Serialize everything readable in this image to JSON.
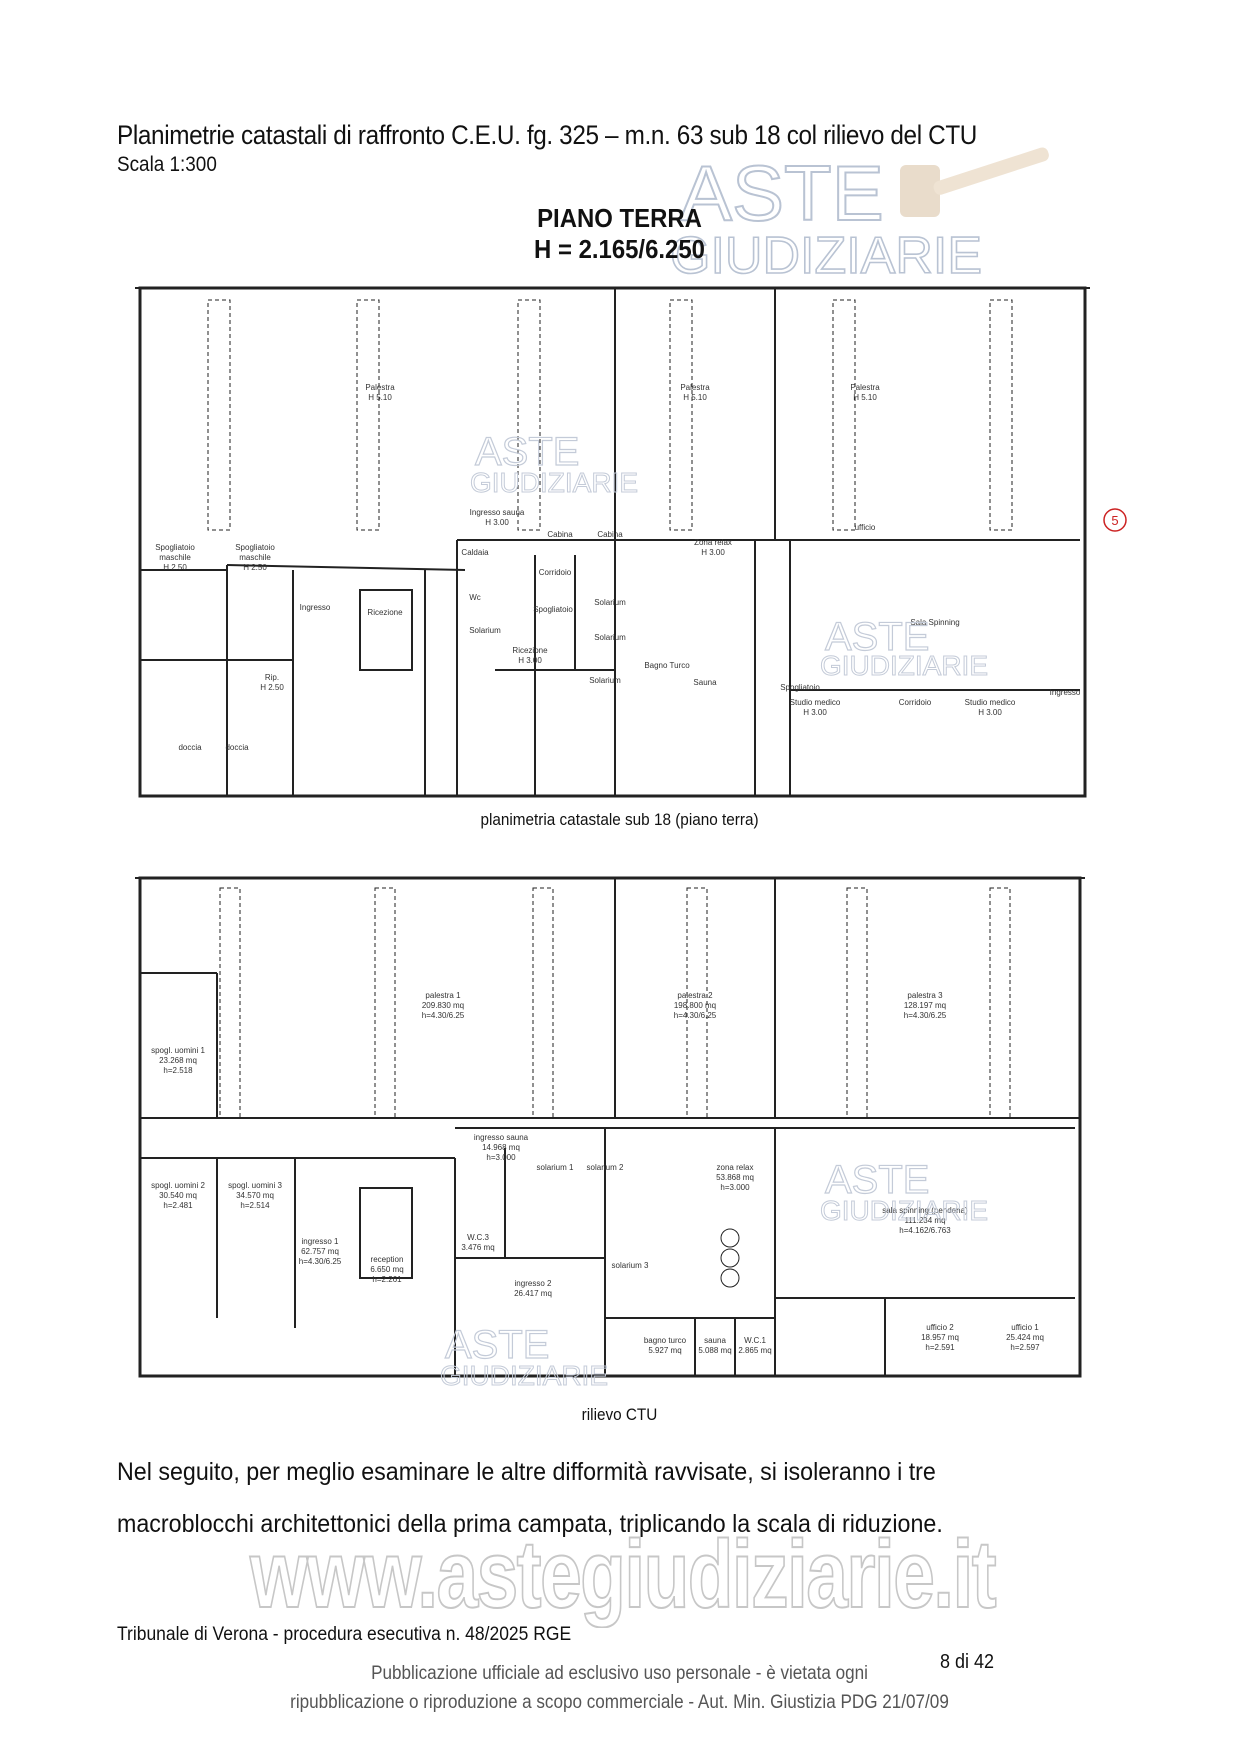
{
  "header": {
    "title": "Planimetrie catastali di raffronto C.E.U. fg. 325 – m.n. 63 sub 18 col rilievo del CTU",
    "scale": "Scala 1:300"
  },
  "floor": {
    "name": "PIANO TERRA",
    "height": "H = 2.165/6.250"
  },
  "plan1": {
    "caption": "planimetria catastale sub 18 (piano terra)",
    "marker": "5",
    "rooms": {
      "palestra_a": "Palestra",
      "palestra_a_h": "H 5.10",
      "palestra_b": "Palestra",
      "palestra_b_h": "H 5.10",
      "palestra_c": "Palestra",
      "palestra_c_h": "H 5.10",
      "spogliatoio_1": "Spogliatoio",
      "spogliatoio_1_b": "maschile",
      "spogliatoio_1_h": "H 2.50",
      "spogliatoio_2": "Spogliatoio",
      "spogliatoio_2_b": "maschile",
      "spogliatoio_2_h": "H 2.50",
      "ingresso": "Ingresso",
      "rip": "Rip.",
      "rip_h": "H 2.50",
      "ricezione": "Ricezione",
      "ingresso_sauna": "Ingresso sauna",
      "ingresso_sauna_h": "H 3.00",
      "caldaia": "Caldaia",
      "wc": "Wc",
      "cabina_1": "Cabina",
      "cabina_2": "Cabina",
      "corridoio": "Corridoio",
      "spogliatoio_3": "Spogliatoio",
      "solarium_1": "Solarium",
      "solarium_2": "Solarium",
      "solarium_3": "Solarium",
      "solarium_4": "Solarium",
      "ricezione_2": "Ricezione",
      "ricezione_2_h": "H 3.00",
      "zona_relax": "Zona relax",
      "zona_relax_h": "H 3.00",
      "sauna": "Sauna",
      "bagno_turco": "Bagno Turco",
      "sala_spinning": "Sala Spinning",
      "ufficio": "ufficio",
      "spogliatoio_4": "Spogliatoio",
      "corridoio_2": "Corridoio",
      "studio_medico_1": "Studio medico",
      "studio_medico_1_h": "H 3.00",
      "studio_medico_2": "Studio medico",
      "studio_medico_2_h": "H 3.00",
      "ingresso_2": "Ingresso",
      "doccia_1": "doccia",
      "doccia_2": "doccia"
    }
  },
  "plan2": {
    "caption": "rilievo CTU",
    "rooms": {
      "palestra_1": "palestra 1",
      "palestra_1_mq": "209.830 mq",
      "palestra_1_h": "h=4.30/6.25",
      "palestra_2": "palestra 2",
      "palestra_2_mq": "198.800 mq",
      "palestra_2_h": "h=4.30/6.25",
      "palestra_3": "palestra 3",
      "palestra_3_mq": "128.197 mq",
      "palestra_3_h": "h=4.30/6.25",
      "spogl_1": "spogl. uomini 1",
      "spogl_1_mq": "23.268 mq",
      "spogl_1_h": "h=2.518",
      "spogl_2": "spogl. uomini 2",
      "spogl_2_mq": "30.540 mq",
      "spogl_2_h": "h=2.481",
      "spogl_3": "spogl. uomini 3",
      "spogl_3_mq": "34.570 mq",
      "spogl_3_h": "h=2.514",
      "ingresso_1": "ingresso 1",
      "ingresso_1_mq": "62.757 mq",
      "ingresso_1_h": "h=4.30/6.25",
      "reception": "reception",
      "reception_mq": "6.650 mq",
      "reception_h": "h=2.261",
      "ingresso_sauna": "ingresso sauna",
      "ingresso_sauna_mq": "14.968 mq",
      "ingresso_sauna_h": "h=3.000",
      "zona_relax": "zona relax",
      "zona_relax_mq": "53.868 mq",
      "zona_relax_h": "h=3.000",
      "wc_3": "W.C.3",
      "wc_3_mq": "3.476 mq",
      "ingresso_2": "ingresso 2",
      "ingresso_2_mq": "26.417 mq",
      "sala_spinning": "sala spinning (pendana)",
      "sala_spinning_mq": "111.234 mq",
      "sala_spinning_h": "h=4.162/6.763",
      "ufficio_2": "ufficio 2",
      "ufficio_2_mq": "18.957 mq",
      "ufficio_2_h": "h=2.591",
      "ufficio_1": "ufficio 1",
      "ufficio_1_mq": "25.424 mq",
      "ufficio_1_h": "h=2.597",
      "bagno_turco": "bagno turco",
      "bagno_turco_mq": "5.927 mq",
      "sauna": "sauna",
      "sauna_mq": "5.088 mq",
      "wc_1": "W.C.1",
      "wc_1_mq": "2.865 mq",
      "solarium_1": "solarium 1",
      "solarium_2": "solarium 2",
      "solarium_3": "solarium 3"
    }
  },
  "body": {
    "paragraph": "Nel seguito, per meglio esaminare le altre difformità ravvisate, si isoleranno i tre macroblocchi architettonici della prima campata, triplicando la scala di riduzione."
  },
  "footer": {
    "court": "Tribunale di Verona - procedura esecutiva n. 48/2025 RGE",
    "page": "8 di 42",
    "publication_line1": "Pubblicazione ufficiale ad esclusivo uso personale - è vietata ogni",
    "publication_line2": "ripubblicazione o riproduzione a scopo commerciale - Aut. Min. Giustizia PDG 21/07/09"
  },
  "watermark": {
    "logo_top": "ASTE",
    "logo_bottom": "GIUDIZIARIE",
    "site": "www.astegiudiziarie.it"
  }
}
